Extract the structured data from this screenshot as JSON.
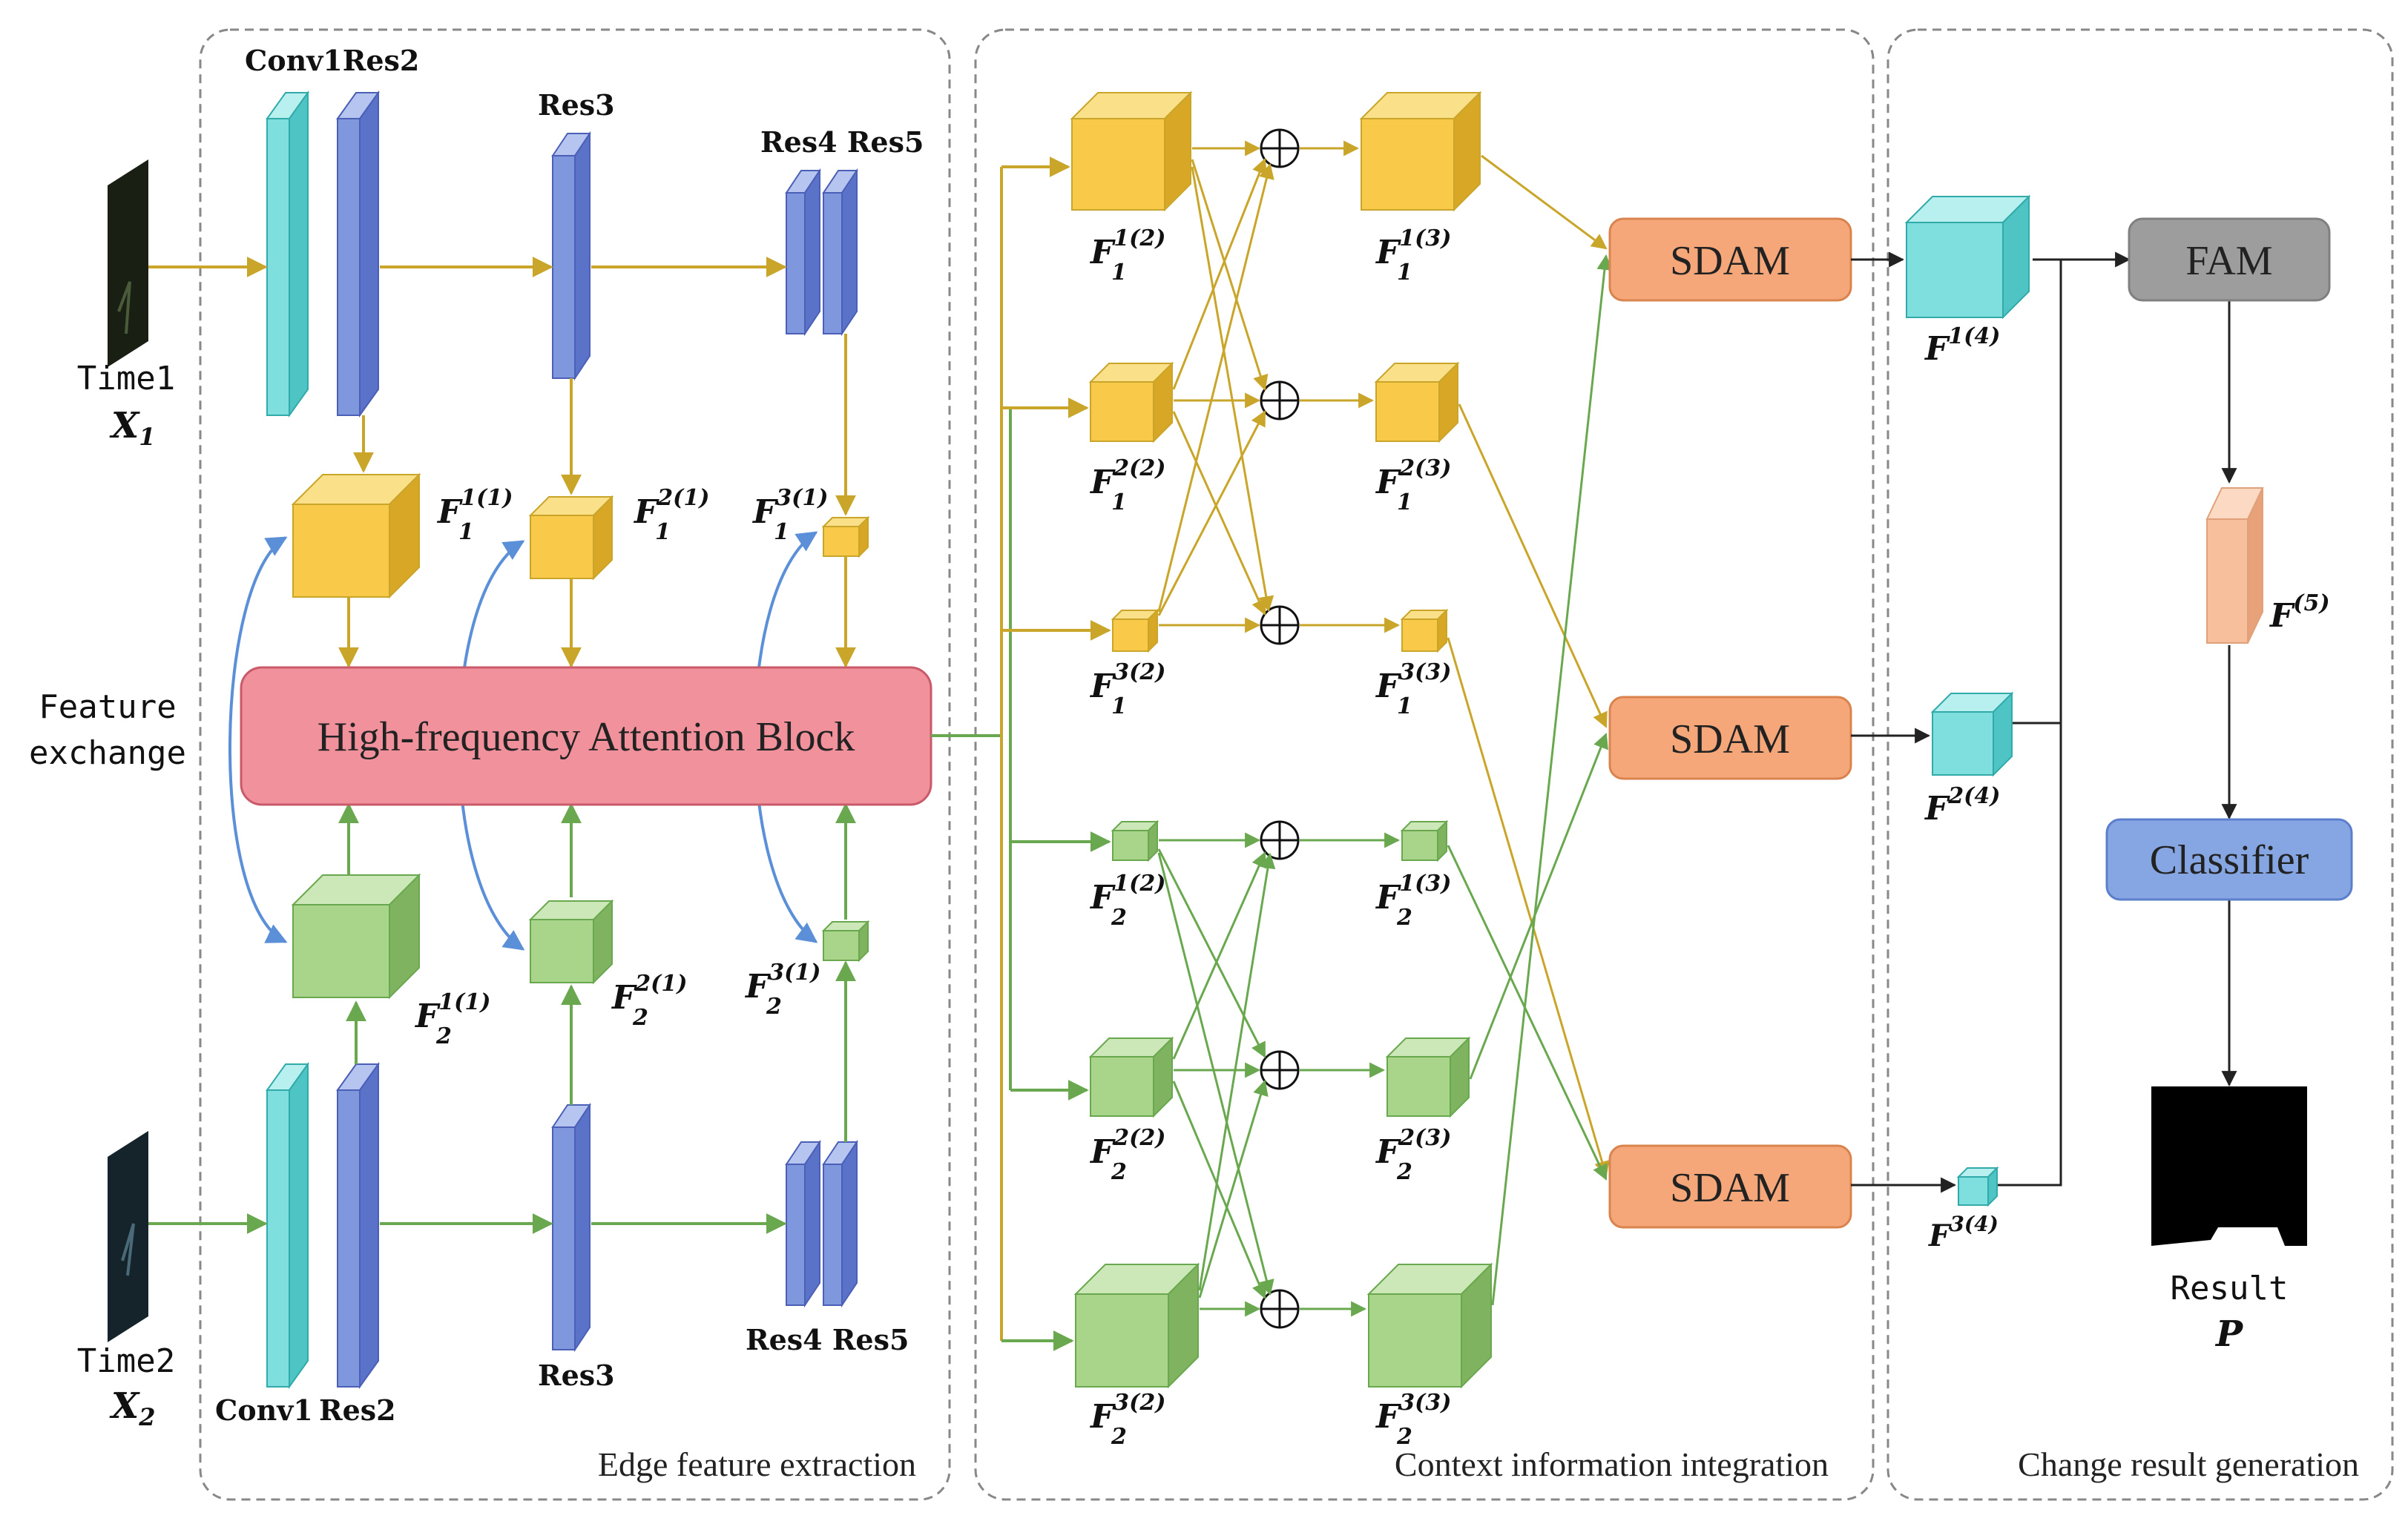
{
  "inputs": {
    "time1_label": "Time1",
    "time1_var": "X",
    "time1_sub": "1",
    "time2_label": "Time2",
    "time2_var": "X",
    "time2_sub": "2"
  },
  "stage_labels": {
    "top_conv1res2": "Conv1Res2",
    "top_res3": "Res3",
    "top_res4res5": "Res4 Res5",
    "bottom_conv1": "Conv1",
    "bottom_res2": "Res2",
    "bottom_res3": "Res3",
    "bottom_res4res5": "Res4 Res5"
  },
  "blocks": {
    "hfab": "High-frequency Attention Block",
    "sdam1": "SDAM",
    "sdam2": "SDAM",
    "sdam3": "SDAM",
    "fam": "FAM",
    "classifier": "Classifier"
  },
  "side_label": [
    "Feature",
    "exchange"
  ],
  "panels": {
    "edge": "Edge feature extraction",
    "context": "Context information integration",
    "change": "Change result generation"
  },
  "result": {
    "label": "Result",
    "var": "P"
  },
  "features": {
    "f11_1": {
      "base": "F",
      "sup": "1(1)",
      "sub": "1"
    },
    "f21_1": {
      "base": "F",
      "sup": "2(1)",
      "sub": "1"
    },
    "f31_1": {
      "base": "F",
      "sup": "3(1)",
      "sub": "1"
    },
    "f12_1": {
      "base": "F",
      "sup": "1(1)",
      "sub": "2"
    },
    "f22_1": {
      "base": "F",
      "sup": "2(1)",
      "sub": "2"
    },
    "f32_1": {
      "base": "F",
      "sup": "3(1)",
      "sub": "2"
    },
    "f11_2": {
      "base": "F",
      "sup": "1(2)",
      "sub": "1"
    },
    "f21_2": {
      "base": "F",
      "sup": "2(2)",
      "sub": "1"
    },
    "f31_2": {
      "base": "F",
      "sup": "3(2)",
      "sub": "1"
    },
    "f12_2": {
      "base": "F",
      "sup": "1(2)",
      "sub": "2"
    },
    "f22_2": {
      "base": "F",
      "sup": "2(2)",
      "sub": "2"
    },
    "f32_2": {
      "base": "F",
      "sup": "3(2)",
      "sub": "2"
    },
    "f11_3": {
      "base": "F",
      "sup": "1(3)",
      "sub": "1"
    },
    "f21_3": {
      "base": "F",
      "sup": "2(3)",
      "sub": "1"
    },
    "f31_3": {
      "base": "F",
      "sup": "3(3)",
      "sub": "1"
    },
    "f12_3": {
      "base": "F",
      "sup": "1(3)",
      "sub": "2"
    },
    "f22_3": {
      "base": "F",
      "sup": "2(3)",
      "sub": "2"
    },
    "f32_3": {
      "base": "F",
      "sup": "3(3)",
      "sub": "2"
    },
    "f1_4": {
      "base": "F",
      "sup": "1(4)"
    },
    "f2_4": {
      "base": "F",
      "sup": "2(4)"
    },
    "f3_4": {
      "base": "F",
      "sup": "3(4)"
    },
    "f_5": {
      "base": "F",
      "sup": "(5)"
    }
  },
  "colors": {
    "yellow": "#f9c94a",
    "green": "#a9d58a",
    "teal": "#7fdede",
    "blue": "#7f97dc",
    "hfab": "#f0919b",
    "sdam": "#f5a77a",
    "fam": "#9d9d9d",
    "classifier": "#86a5e3",
    "peach": "#f7bf9b",
    "arrow_yellow": "#c9a52a",
    "arrow_green": "#6aa84f",
    "arrow_blue": "#5b8fd8"
  }
}
